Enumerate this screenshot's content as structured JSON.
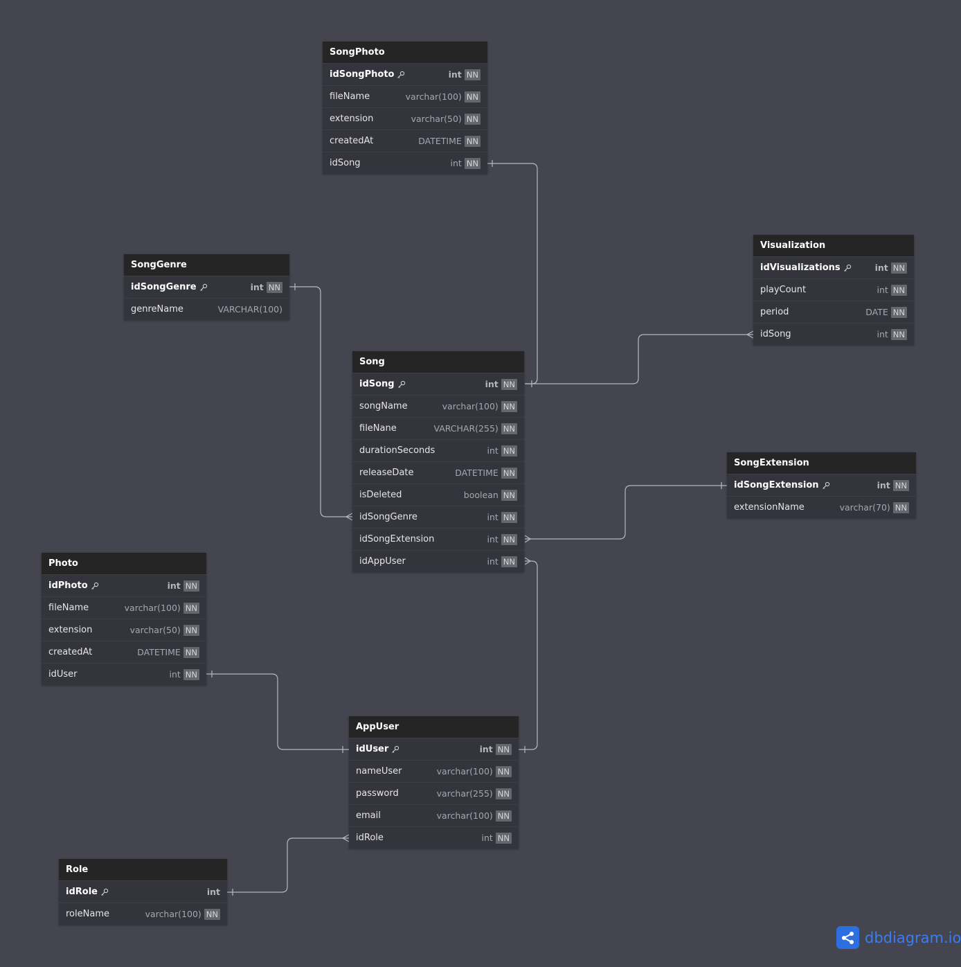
{
  "tables": [
    {
      "name": "SongPhoto",
      "fields": [
        {
          "name": "idSongPhoto",
          "type": "int",
          "pk": true,
          "nn": true
        },
        {
          "name": "fileName",
          "type": "varchar(100)",
          "pk": false,
          "nn": true
        },
        {
          "name": "extension",
          "type": "varchar(50)",
          "pk": false,
          "nn": true
        },
        {
          "name": "createdAt",
          "type": "DATETIME",
          "pk": false,
          "nn": true
        },
        {
          "name": "idSong",
          "type": "int",
          "pk": false,
          "nn": true
        }
      ]
    },
    {
      "name": "SongGenre",
      "fields": [
        {
          "name": "idSongGenre",
          "type": "int",
          "pk": true,
          "nn": true
        },
        {
          "name": "genreName",
          "type": "VARCHAR(100)",
          "pk": false,
          "nn": false
        }
      ]
    },
    {
      "name": "Visualization",
      "fields": [
        {
          "name": "idVisualizations",
          "type": "int",
          "pk": true,
          "nn": true
        },
        {
          "name": "playCount",
          "type": "int",
          "pk": false,
          "nn": true
        },
        {
          "name": "period",
          "type": "DATE",
          "pk": false,
          "nn": true
        },
        {
          "name": "idSong",
          "type": "int",
          "pk": false,
          "nn": true
        }
      ]
    },
    {
      "name": "Song",
      "fields": [
        {
          "name": "idSong",
          "type": "int",
          "pk": true,
          "nn": true
        },
        {
          "name": "songName",
          "type": "varchar(100)",
          "pk": false,
          "nn": true
        },
        {
          "name": "fileNane",
          "type": "VARCHAR(255)",
          "pk": false,
          "nn": true
        },
        {
          "name": "durationSeconds",
          "type": "int",
          "pk": false,
          "nn": true
        },
        {
          "name": "releaseDate",
          "type": "DATETIME",
          "pk": false,
          "nn": true
        },
        {
          "name": "isDeleted",
          "type": "boolean",
          "pk": false,
          "nn": true
        },
        {
          "name": "idSongGenre",
          "type": "int",
          "pk": false,
          "nn": true
        },
        {
          "name": "idSongExtension",
          "type": "int",
          "pk": false,
          "nn": true
        },
        {
          "name": "idAppUser",
          "type": "int",
          "pk": false,
          "nn": true
        }
      ]
    },
    {
      "name": "SongExtension",
      "fields": [
        {
          "name": "idSongExtension",
          "type": "int",
          "pk": true,
          "nn": true
        },
        {
          "name": "extensionName",
          "type": "varchar(70)",
          "pk": false,
          "nn": true
        }
      ]
    },
    {
      "name": "Photo",
      "fields": [
        {
          "name": "idPhoto",
          "type": "int",
          "pk": true,
          "nn": true
        },
        {
          "name": "fileName",
          "type": "varchar(100)",
          "pk": false,
          "nn": true
        },
        {
          "name": "extension",
          "type": "varchar(50)",
          "pk": false,
          "nn": true
        },
        {
          "name": "createdAt",
          "type": "DATETIME",
          "pk": false,
          "nn": true
        },
        {
          "name": "idUser",
          "type": "int",
          "pk": false,
          "nn": true
        }
      ]
    },
    {
      "name": "AppUser",
      "fields": [
        {
          "name": "idUser",
          "type": "int",
          "pk": true,
          "nn": true
        },
        {
          "name": "nameUser",
          "type": "varchar(100)",
          "pk": false,
          "nn": true
        },
        {
          "name": "password",
          "type": "varchar(255)",
          "pk": false,
          "nn": true
        },
        {
          "name": "email",
          "type": "varchar(100)",
          "pk": false,
          "nn": true
        },
        {
          "name": "idRole",
          "type": "int",
          "pk": false,
          "nn": true
        }
      ]
    },
    {
      "name": "Role",
      "fields": [
        {
          "name": "idRole",
          "type": "int",
          "pk": true,
          "nn": false
        },
        {
          "name": "roleName",
          "type": "varchar(100)",
          "pk": false,
          "nn": true
        }
      ]
    }
  ],
  "nn_label": "NN",
  "relationships": [
    {
      "from": "SongPhoto.idSong",
      "to": "Song.idSong"
    },
    {
      "from": "Visualization.idSong",
      "to": "Song.idSong"
    },
    {
      "from": "Song.idSongGenre",
      "to": "SongGenre.idSongGenre"
    },
    {
      "from": "Song.idSongExtension",
      "to": "SongExtension.idSongExtension"
    },
    {
      "from": "Song.idAppUser",
      "to": "AppUser.idUser"
    },
    {
      "from": "Photo.idUser",
      "to": "AppUser.idUser"
    },
    {
      "from": "AppUser.idRole",
      "to": "Role.idRole"
    }
  ],
  "brand": {
    "name": "dbdiagram.io",
    "color": "#2d6fe0"
  }
}
